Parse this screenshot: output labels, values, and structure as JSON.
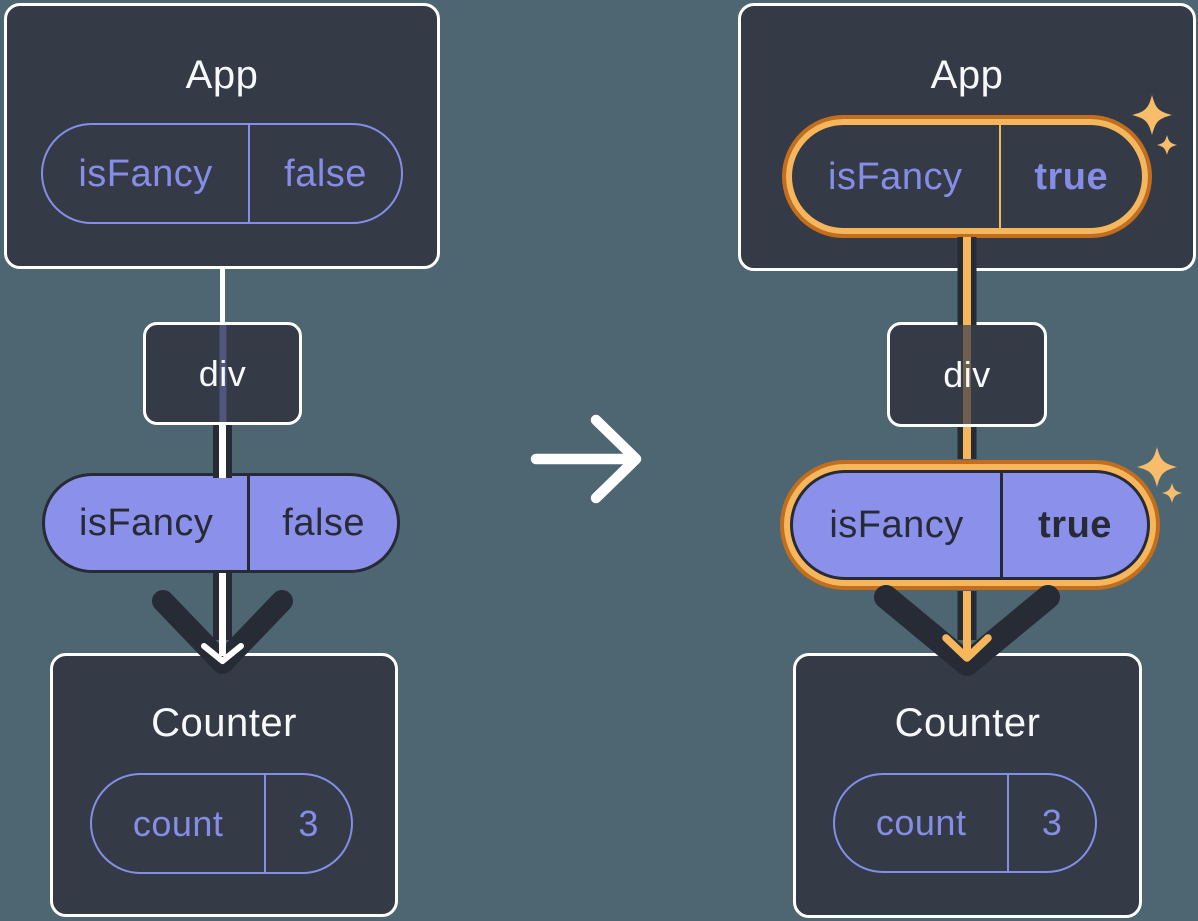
{
  "colors": {
    "bg": "#4D6672",
    "box": "#343A46",
    "ink": "#262B36",
    "lineWhite": "#FFFFFF",
    "purple": "#868DE7",
    "purpleFill": "#8B90EA",
    "textLight": "#F7F8F9",
    "orange": "#F6B75C",
    "orangeDark": "#C36E1E",
    "sparkle": "#F8BD6B"
  },
  "icons": {
    "transition": "arrow-right-icon",
    "pass_down": "arrow-down-icon",
    "highlight": "sparkles-icon"
  },
  "before": {
    "app": {
      "title": "App",
      "prop_name": "isFancy",
      "prop_value": "false"
    },
    "div": {
      "label": "div"
    },
    "passed_prop": {
      "name": "isFancy",
      "value": "false"
    },
    "counter": {
      "title": "Counter",
      "state_name": "count",
      "state_value": "3"
    }
  },
  "after": {
    "app": {
      "title": "App",
      "prop_name": "isFancy",
      "prop_value": "true"
    },
    "div": {
      "label": "div"
    },
    "passed_prop": {
      "name": "isFancy",
      "value": "true"
    },
    "counter": {
      "title": "Counter",
      "state_name": "count",
      "state_value": "3"
    }
  }
}
